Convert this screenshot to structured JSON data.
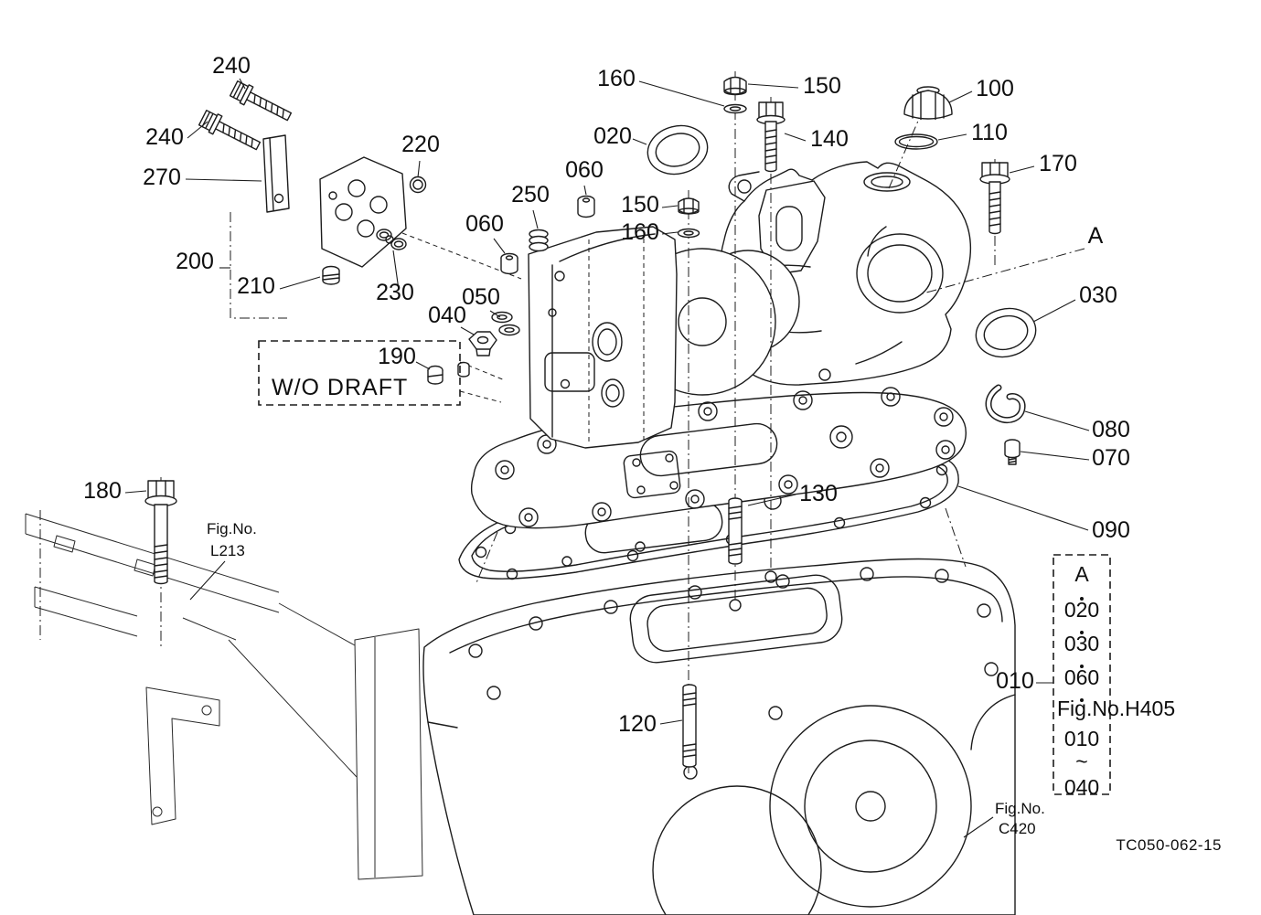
{
  "page": {
    "drawing_code": "TC050-062-15",
    "wo_draft": "W/O  DRAFT"
  },
  "callouts": [
    "240",
    "240",
    "270",
    "220",
    "200",
    "210",
    "230",
    "060",
    "250",
    "060",
    "050",
    "040",
    "190",
    "020",
    "160",
    "150",
    "140",
    "150",
    "160",
    "100",
    "110",
    "170",
    "A",
    "030",
    "080",
    "070",
    "090",
    "130",
    "180",
    "120",
    "010"
  ],
  "fig_refs": {
    "l213_line1": "Fig.No.",
    "l213_line2": "L213",
    "c420_line1": "Fig.No.",
    "c420_line2": "C420"
  },
  "ref_list": {
    "header": "A",
    "items": [
      "020",
      "030",
      "060"
    ],
    "fig": "Fig.No.H405",
    "range_start": "010",
    "range_separator": "~",
    "range_end": "040"
  }
}
